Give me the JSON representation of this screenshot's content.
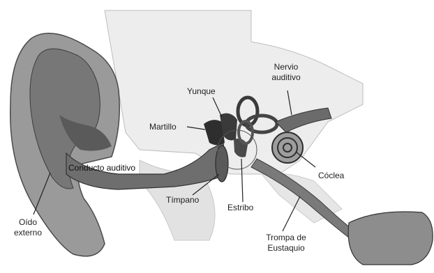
{
  "labels": {
    "oido_externo": [
      "Oído",
      "externo"
    ],
    "conducto_auditivo": "Conducto auditivo",
    "yunque": "Yunque",
    "martillo": "Martillo",
    "nervio_auditivo": [
      "Nervio",
      "auditivo"
    ],
    "coclea": "Cóclea",
    "timpano": "Tímpano",
    "estribo": "Estribo",
    "trompa_eustaquio": [
      "Trompa de",
      "Eustaquio"
    ]
  }
}
